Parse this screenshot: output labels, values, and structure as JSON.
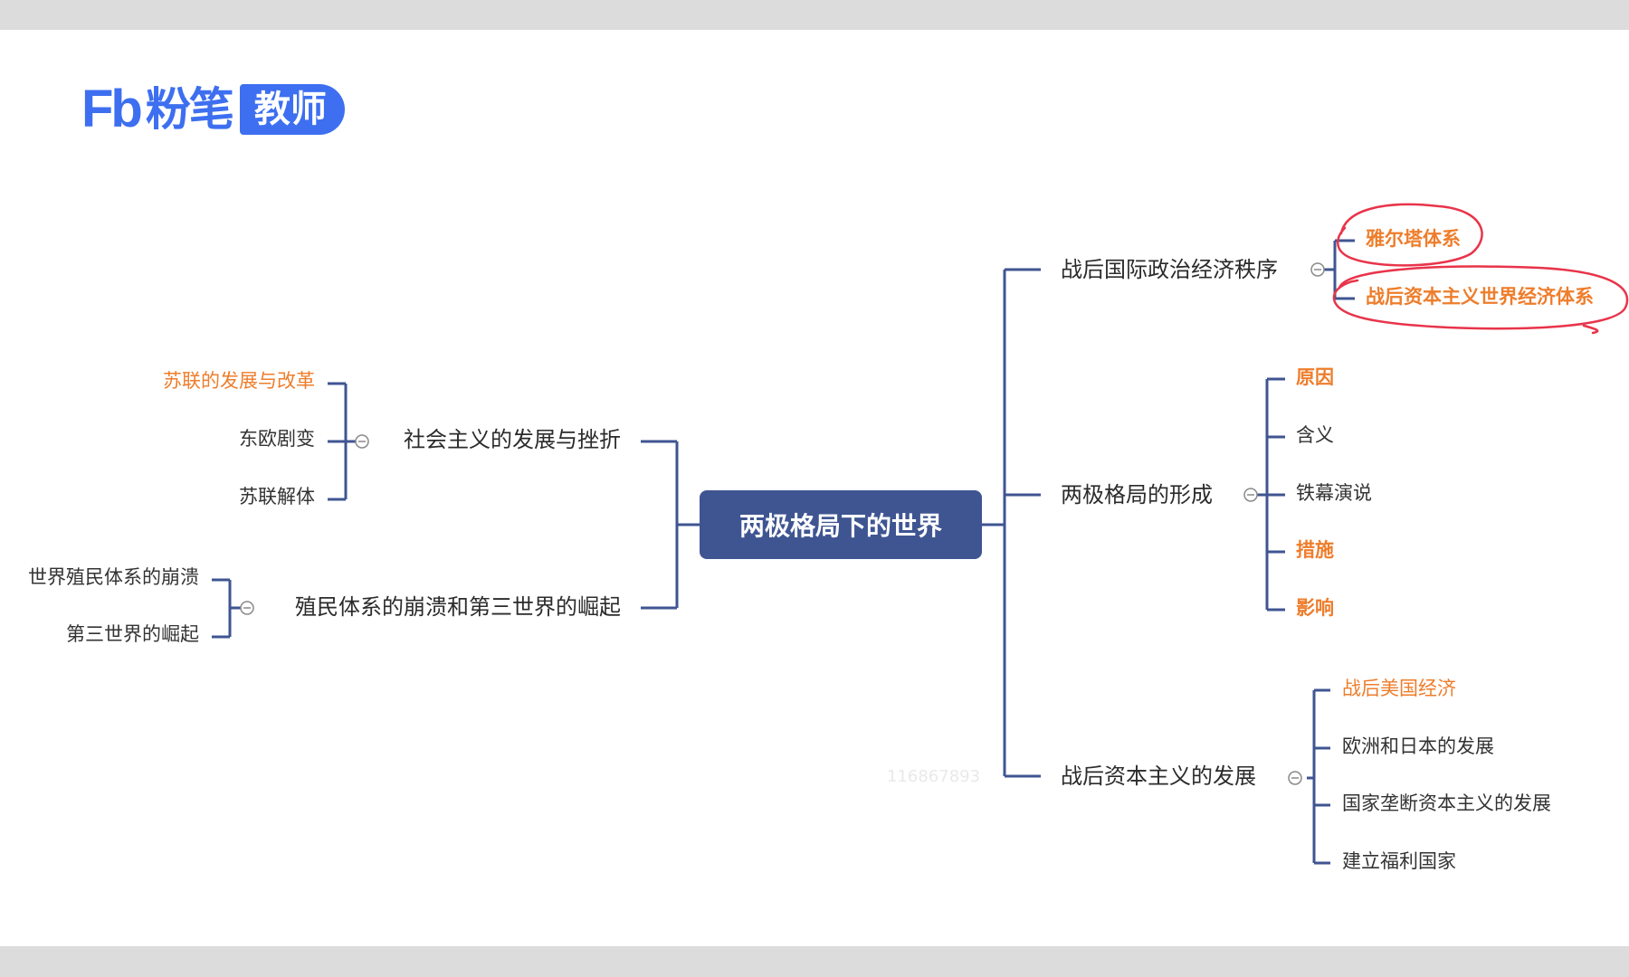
{
  "logo": {
    "mark": "Fb",
    "brand": "粉笔",
    "tag": "教师"
  },
  "center": "两极格局下的世界",
  "branches": {
    "social": {
      "label": "社会主义的发展与挫折",
      "children": [
        "苏联的发展与改革",
        "东欧剧变",
        "苏联解体"
      ]
    },
    "colonial": {
      "label": "殖民体系的崩溃和第三世界的崛起",
      "children": [
        "世界殖民体系的崩溃",
        "第三世界的崛起"
      ]
    },
    "order": {
      "label": "战后国际政治经济秩序",
      "children": [
        "雅尔塔体系",
        "战后资本主义世界经济体系"
      ]
    },
    "bipolar": {
      "label": "两极格局的形成",
      "children": [
        "原因",
        "含义",
        "铁幕演说",
        "措施",
        "影响"
      ]
    },
    "capitalism": {
      "label": "战后资本主义的发展",
      "children": [
        "战后美国经济",
        "欧洲和日本的发展",
        "国家垄断资本主义的发展",
        "建立福利国家"
      ]
    }
  },
  "watermark": "116867893",
  "colors": {
    "line": "#3f5592",
    "highlight": "#ee7d2b",
    "annotation": "#e8344a",
    "brand": "#3d6ff0"
  },
  "icons": {
    "collapse": "minus-circle-icon"
  }
}
